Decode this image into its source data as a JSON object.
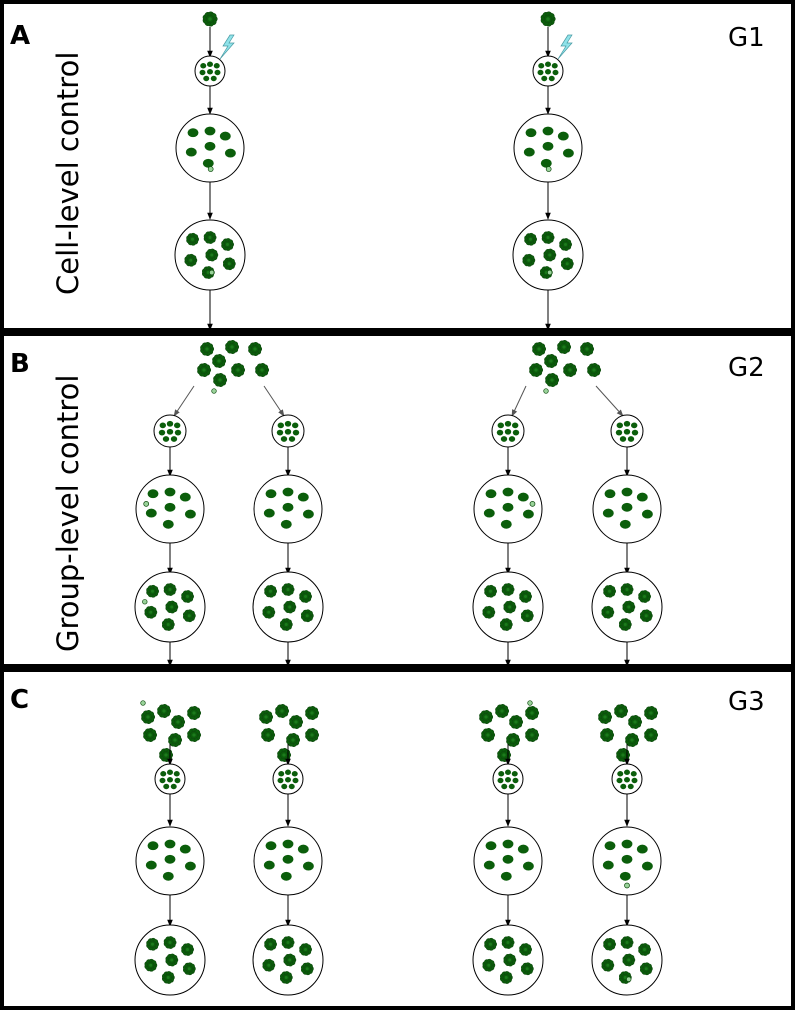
{
  "panels": [
    {
      "letter": "A",
      "generation": "G1",
      "side_label": "Cell-level control"
    },
    {
      "letter": "B",
      "generation": "G2",
      "side_label": "Group-level control"
    },
    {
      "letter": "C",
      "generation": "G3",
      "side_label": ""
    }
  ],
  "colors": {
    "cell_fill": "#0b5e0b",
    "cell_edge": "#0e4a0e",
    "small_cell_fill": "#9ad39a",
    "lightning": "#8fe3ea",
    "frame": "#000000"
  },
  "icons": [
    "lightning-bolt-icon",
    "colony-icon"
  ]
}
